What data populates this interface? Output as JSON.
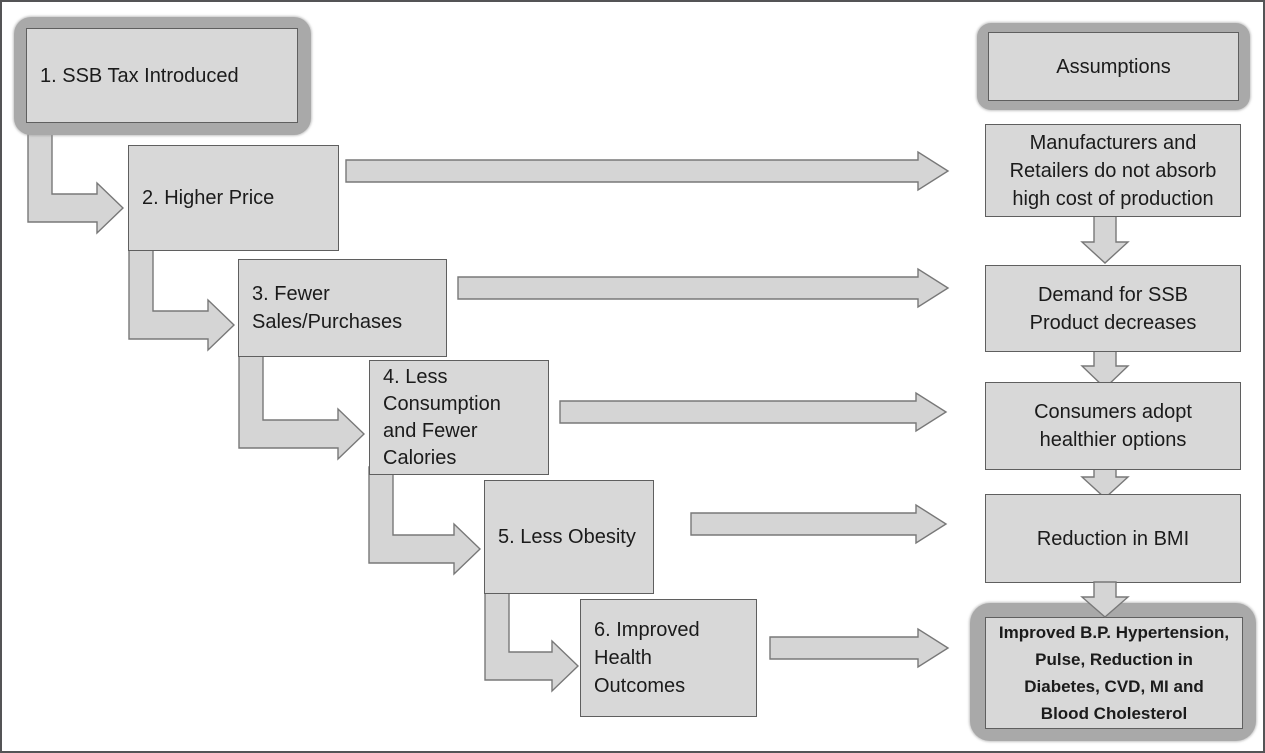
{
  "diagram_title": "SSB Tax logic model flowchart",
  "flow_steps": [
    {
      "id": "1",
      "lines": [
        "1. SSB Tax Introduced"
      ]
    },
    {
      "id": "2",
      "lines": [
        "2. Higher Price"
      ]
    },
    {
      "id": "3",
      "lines": [
        "3. Fewer",
        "Sales/Purchases"
      ]
    },
    {
      "id": "4",
      "lines": [
        "4. Less",
        "Consumption",
        "and Fewer",
        "Calories"
      ]
    },
    {
      "id": "5",
      "lines": [
        "5. Less Obesity"
      ]
    },
    {
      "id": "6",
      "lines": [
        "6. Improved",
        "Health",
        "Outcomes"
      ]
    }
  ],
  "assumptions": {
    "header": "Assumptions",
    "items": [
      {
        "lines": [
          "Manufacturers and",
          "Retailers do not absorb",
          "high cost of production"
        ]
      },
      {
        "lines": [
          "Demand for SSB",
          "Product decreases"
        ]
      },
      {
        "lines": [
          "Consumers adopt",
          "healthier options"
        ]
      },
      {
        "lines": [
          "Reduction in BMI"
        ]
      },
      {
        "lines": [
          "Improved B.P. Hypertension,",
          "Pulse, Reduction in",
          "Diabetes, CVD, MI and",
          "Blood Cholesterol"
        ],
        "emphasis": "bold"
      }
    ]
  },
  "connections": {
    "horizontal": [
      "step-2 to assumption-1",
      "step-3 to assumption-2",
      "step-4 to assumption-3",
      "step-5 to assumption-4",
      "step-6 to assumption-5"
    ],
    "cascade": [
      "step-1 to step-2",
      "step-2 to step-3",
      "step-3 to step-4",
      "step-4 to step-5",
      "step-5 to step-6"
    ],
    "vertical_chain": [
      "assumption-1 to assumption-2",
      "assumption-2 to assumption-3",
      "assumption-3 to assumption-4",
      "assumption-4 to assumption-5"
    ]
  },
  "colors": {
    "box_fill": "#d8d8d8",
    "box_border": "#5f5f5f",
    "rim_fill": "#a9a9a9",
    "arrow_fill": "#d5d5d5",
    "arrow_border": "#787878",
    "frame": "#545456",
    "text": "#1b1b1b",
    "background": "#ffffff"
  }
}
